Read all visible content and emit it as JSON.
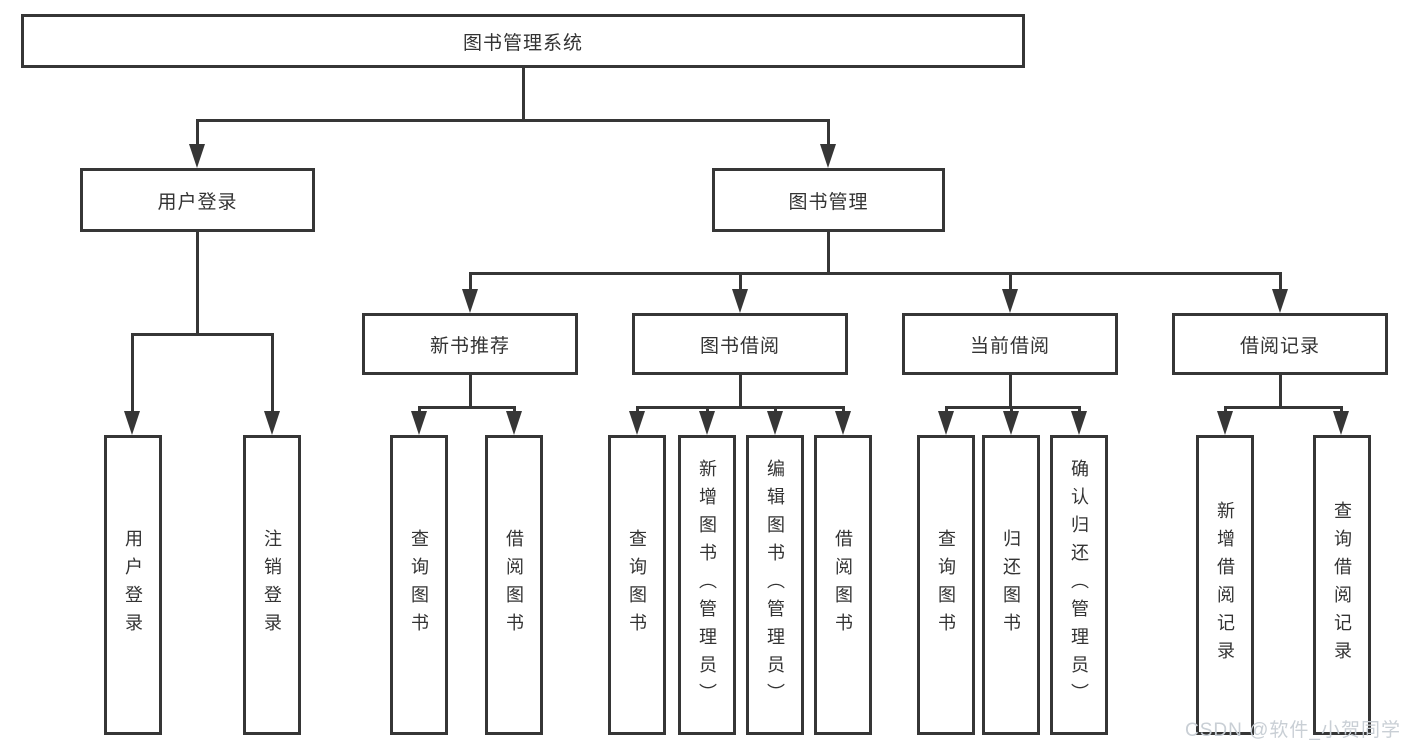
{
  "tree": {
    "root": {
      "label": "图书管理系统"
    },
    "branches": [
      {
        "label": "用户登录",
        "children": [
          {
            "label": "用户登录"
          },
          {
            "label": "注销登录"
          }
        ]
      },
      {
        "label": "图书管理",
        "children": [
          {
            "label": "新书推荐",
            "children": [
              {
                "label": "查询图书"
              },
              {
                "label": "借阅图书"
              }
            ]
          },
          {
            "label": "图书借阅",
            "children": [
              {
                "label": "查询图书"
              },
              {
                "label": "新增图书（管理员）"
              },
              {
                "label": "编辑图书（管理员）"
              },
              {
                "label": "借阅图书"
              }
            ]
          },
          {
            "label": "当前借阅",
            "children": [
              {
                "label": "查询图书"
              },
              {
                "label": "归还图书"
              },
              {
                "label": "确认归还（管理员）"
              }
            ]
          },
          {
            "label": "借阅记录",
            "children": [
              {
                "label": "新增借阅记录"
              },
              {
                "label": "查询借阅记录"
              }
            ]
          }
        ]
      }
    ]
  },
  "watermark": {
    "text": "CSDN @软件_小贺同学",
    "color": "#c9cfd5"
  },
  "colors": {
    "stroke": "#363636",
    "background": "#ffffff",
    "text": "#333333"
  }
}
